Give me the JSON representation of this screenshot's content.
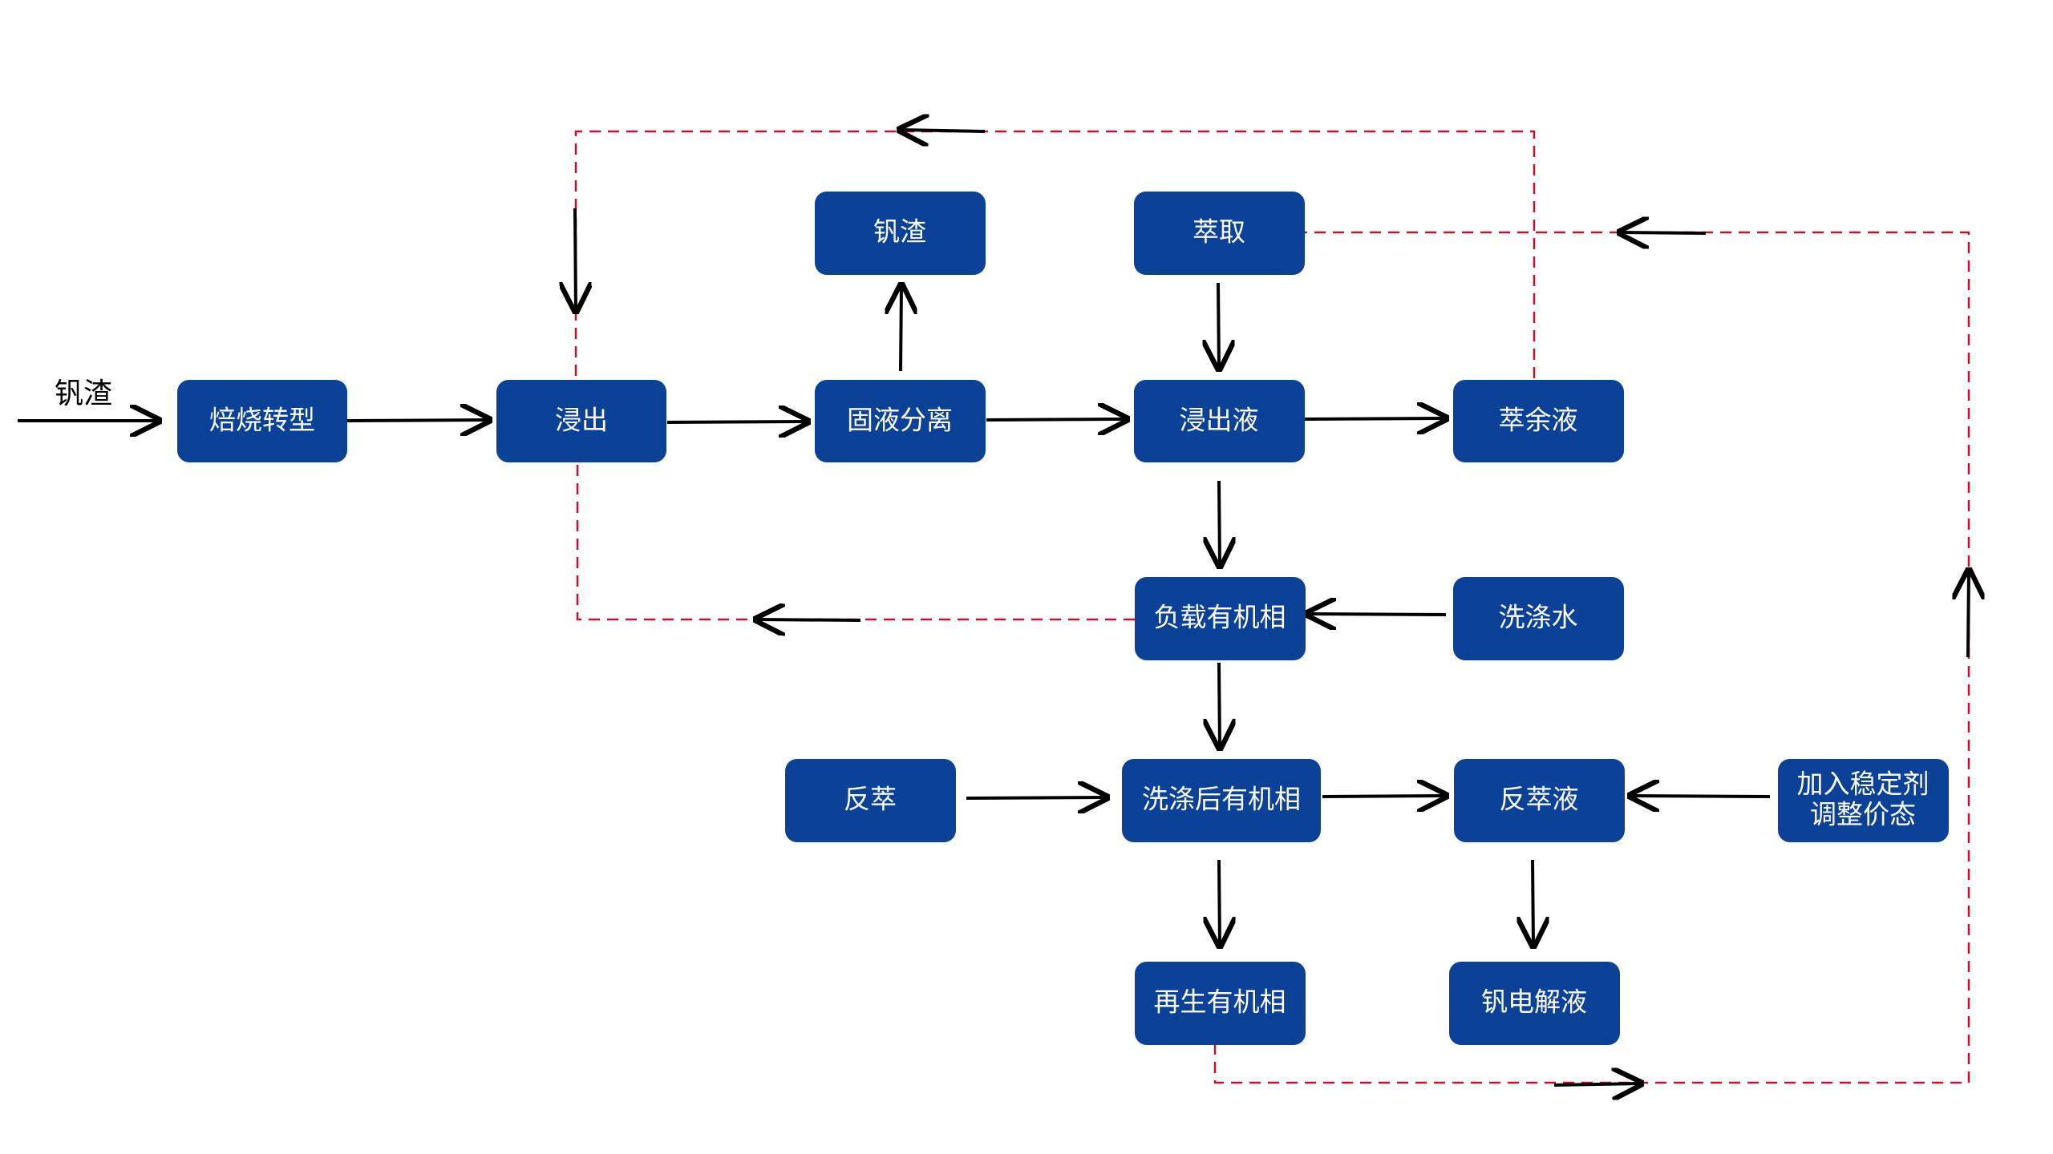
{
  "diagram": {
    "input_label": "钒渣",
    "nodes": {
      "roast": "焙烧转型",
      "leach": "浸出",
      "residue": "钒渣",
      "sep": "固液分离",
      "extract": "萃取",
      "leachate": "浸出液",
      "raffinate": "萃余液",
      "loaded": "负载有机相",
      "wash": "洗涤水",
      "strip": "反萃",
      "washed": "洗涤后有机相",
      "strip_liq": "反萃液",
      "stabilizer_line1": "加入稳定剂",
      "stabilizer_line2": "调整价态",
      "regen": "再生有机相",
      "electrolyte": "钒电解液"
    },
    "colors": {
      "node_fill": "#0b4298",
      "node_text": "#ffffff",
      "solid_flow": "#000000",
      "recycle_flow": "#c8102e"
    }
  }
}
